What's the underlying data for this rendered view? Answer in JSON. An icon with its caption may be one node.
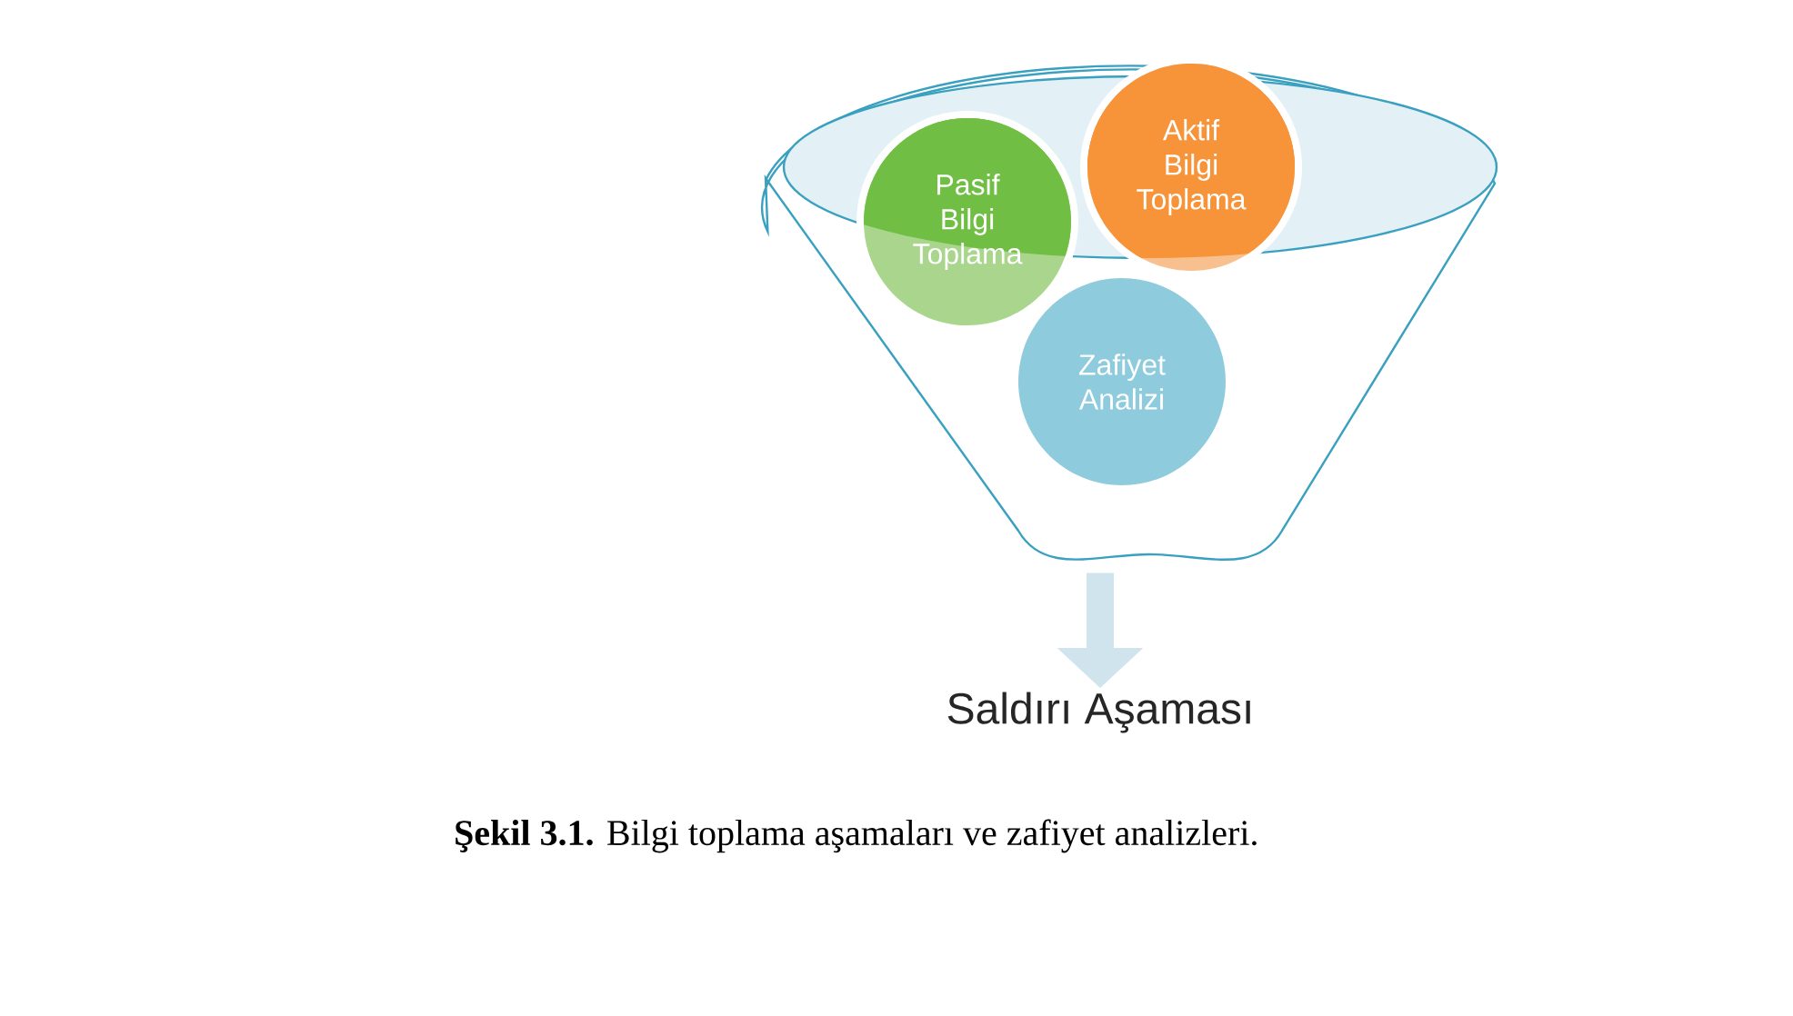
{
  "diagram": {
    "caption": "**Şekil 3.1.** Bilgi toplama aşamaları ve zafiyet analizleri.",
    "nodes": [
      {
        "text": [],
        "shape": "funnel"
      },
      {
        "text": [
          "Pasif Bilgi Toplama"
        ],
        "in": 0
      },
      {
        "text": [
          "Aktif Bilgi Toplama"
        ],
        "in": 0
      },
      {
        "text": [
          "Zafiyet Analizi"
        ],
        "in": 0
      },
      {
        "text": [
          "Saldırı Aşaması"
        ]
      }
    ],
    "edges": [
      {
        "from": 0,
        "to": 4,
        "arrow": "to"
      }
    ]
  }
}
